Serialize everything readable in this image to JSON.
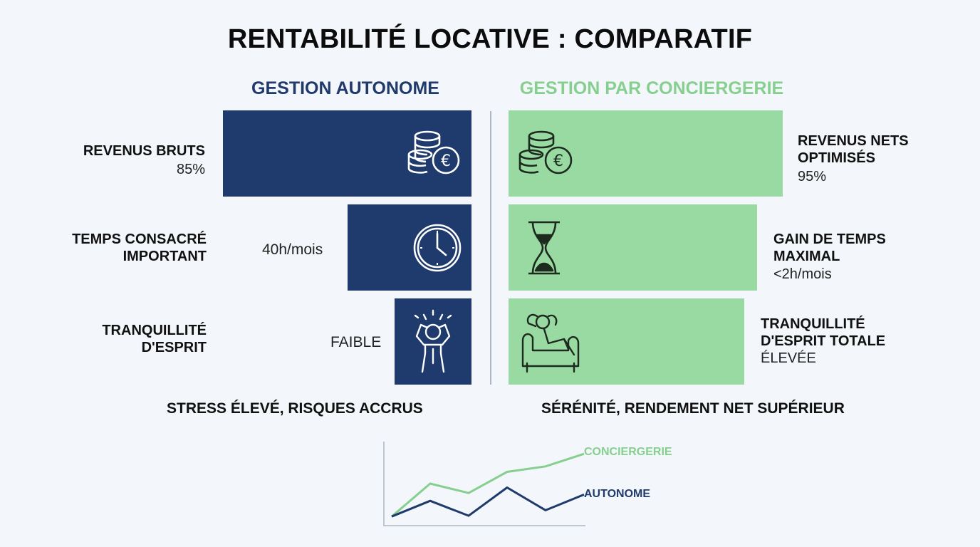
{
  "title": "RENTABILITÉ LOCATIVE : COMPARATIF",
  "columns": {
    "left": "GESTION AUTONOME",
    "right": "GESTION PAR CONCIERGERIE"
  },
  "left_rows": [
    {
      "label_lines": [
        "REVENUS BRUTS"
      ],
      "sub": "85%",
      "value": "",
      "icon": "coins-euro-icon",
      "share": 85
    },
    {
      "label_lines": [
        "TEMPS CONSACRÉ",
        "IMPORTANT"
      ],
      "sub": "",
      "value": "40h/mois",
      "icon": "clock-icon",
      "share": 42
    },
    {
      "label_lines": [
        "TRANQUILLITÉ",
        "D'ESPRIT"
      ],
      "sub": "",
      "value": "FAIBLE",
      "icon": "stressed-person-icon",
      "share": 26
    }
  ],
  "right_rows": [
    {
      "label_lines": [
        "REVENUS NETS",
        "OPTIMISÉS"
      ],
      "sub": "95%",
      "icon": "coins-euro-icon",
      "share": 95
    },
    {
      "label_lines": [
        "GAIN DE TEMPS",
        "MAXIMAL"
      ],
      "sub": "<2h/mois",
      "icon": "hourglass-icon",
      "share": 85
    },
    {
      "label_lines": [
        "TRANQUILLITÉ",
        "D'ESPRIT TOTALE"
      ],
      "sub": "ÉLEVÉE",
      "icon": "relaxed-person-armchair-icon",
      "share": 80
    }
  ],
  "footer": {
    "left": "STRESS ÉLEVÉ, RISQUES ACCRUS",
    "right": "SÉRÉNITÉ, RENDEMENT NET SUPÉRIEUR"
  },
  "colors": {
    "navy": "#1f3a6d",
    "green": "#99d9a2",
    "green_line": "#86cf8f",
    "navy_line": "#1f3a6b"
  },
  "chart_data": {
    "type": "line",
    "title": "",
    "xlabel": "",
    "ylabel": "",
    "x": [
      1,
      2,
      3,
      4,
      5,
      6
    ],
    "ylim": [
      0,
      10
    ],
    "series": [
      {
        "name": "CONCIERGERIE",
        "values": [
          0.8,
          5.0,
          3.8,
          6.5,
          7.2,
          8.8
        ]
      },
      {
        "name": "AUTONOME",
        "values": [
          0.8,
          2.8,
          0.9,
          4.5,
          1.6,
          3.6
        ]
      }
    ]
  }
}
